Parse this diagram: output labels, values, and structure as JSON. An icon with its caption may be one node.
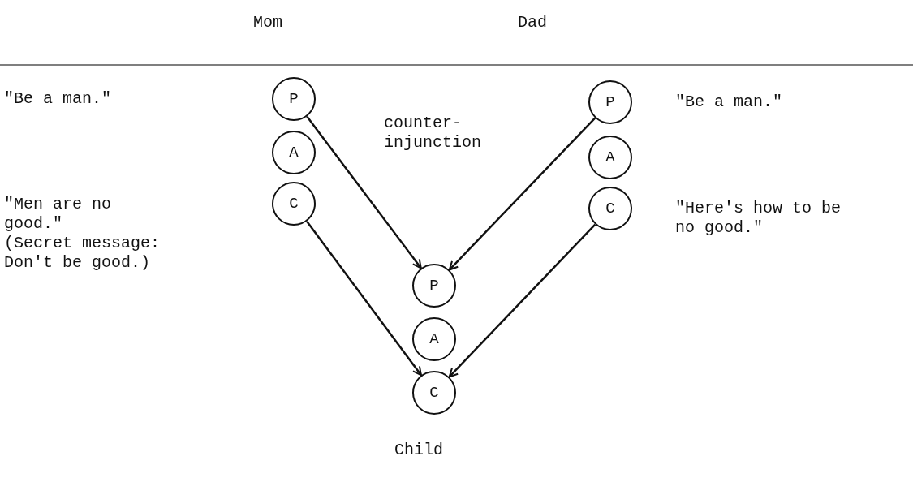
{
  "diagram": {
    "nodes": [
      {
        "text": [
          "P"
        ]
      },
      {
        "text": [
          "A"
        ]
      },
      {
        "text": [
          "C"
        ]
      },
      {
        "text": [
          "P"
        ]
      },
      {
        "text": [
          "A"
        ]
      },
      {
        "text": [
          "C"
        ]
      },
      {
        "text": [
          "P"
        ]
      },
      {
        "text": [
          "A"
        ]
      },
      {
        "text": [
          "C"
        ]
      }
    ],
    "edges": [
      {
        "from": 0,
        "to": 6,
        "arrow": "to"
      },
      {
        "from": 3,
        "to": 6,
        "arrow": "to"
      },
      {
        "from": 2,
        "to": 8,
        "arrow": "to"
      },
      {
        "from": 5,
        "to": 8,
        "arrow": "to"
      }
    ],
    "labels": [
      "Mom",
      "Dad",
      "\"Be a man.\"",
      "\"Be a man.\"",
      "counter- injunction",
      "\"Men are no good.\"",
      "(Secret message: Don't be good.)",
      "\"Here's how to be no good.\"",
      "Child"
    ]
  }
}
